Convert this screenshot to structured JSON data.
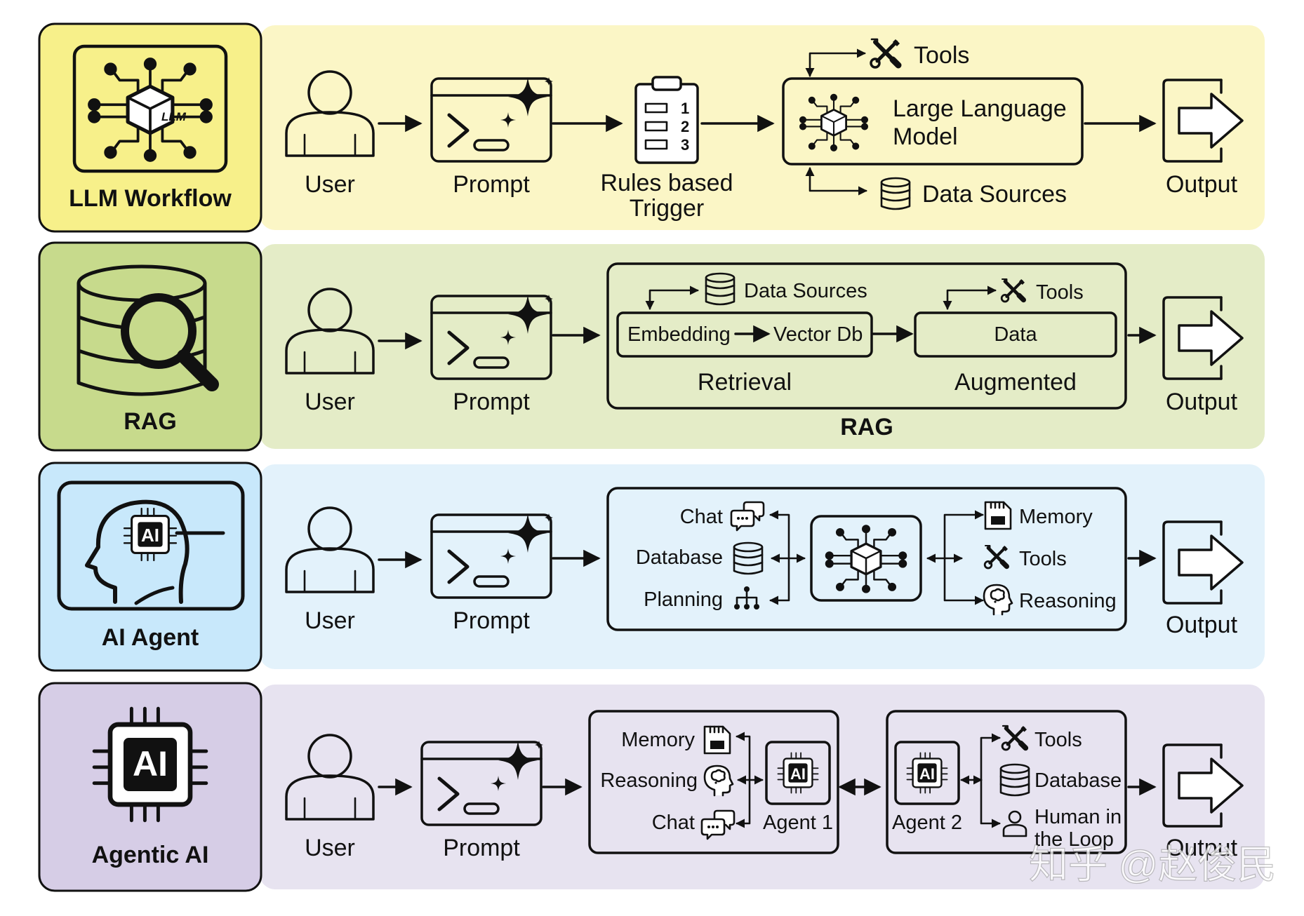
{
  "colors": {
    "workflow_band": "#fbf6c6",
    "workflow_tile": "#f7f08a",
    "rag_band": "#e4ecc7",
    "rag_tile": "#c7da8c",
    "agent_band": "#e3f2fb",
    "agent_tile": "#c8e8fb",
    "agentic_band": "#e7e3f0",
    "agentic_tile": "#d6cde6",
    "ink": "#111111"
  },
  "rows": {
    "workflow": {
      "title": "LLM Workflow",
      "user": "User",
      "prompt": "Prompt",
      "rules_line1": "Rules based",
      "rules_line2": "Trigger",
      "tools": "Tools",
      "llm_line1": "Large Language",
      "llm_line2": "Model",
      "data_sources": "Data Sources",
      "output": "Output",
      "tile_chip": "LLM"
    },
    "rag": {
      "title": "RAG",
      "user": "User",
      "prompt": "Prompt",
      "data_sources": "Data Sources",
      "tools": "Tools",
      "embedding": "Embedding",
      "vector_db": "Vector Db",
      "data": "Data",
      "retrieval": "Retrieval",
      "augmented": "Augmented",
      "box_title": "RAG",
      "output": "Output"
    },
    "agent": {
      "title": "AI Agent",
      "user": "User",
      "prompt": "Prompt",
      "chat": "Chat",
      "database": "Database",
      "planning": "Planning",
      "memory": "Memory",
      "tools": "Tools",
      "reasoning": "Reasoning",
      "output": "Output",
      "tile_chip": "AI"
    },
    "agentic": {
      "title": "Agentic AI",
      "user": "User",
      "prompt": "Prompt",
      "memory": "Memory",
      "reasoning": "Reasoning",
      "chat": "Chat",
      "agent1": "Agent 1",
      "agent2": "Agent 2",
      "chip": "AI",
      "tools": "Tools",
      "database": "Database",
      "human_line1": "Human in",
      "human_line2": "the Loop",
      "output": "Output",
      "tile_chip": "AI"
    }
  },
  "watermark": "知乎 @赵俊民"
}
